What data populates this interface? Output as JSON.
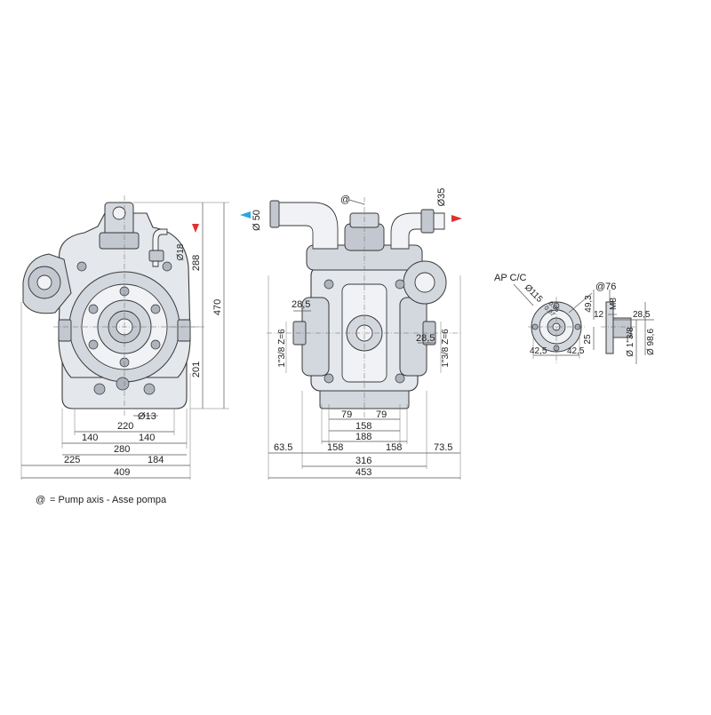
{
  "front_view": {
    "dims": {
      "d18": "Ø18",
      "h288": "288",
      "h470": "470",
      "h201": "201",
      "d13": "Ø13",
      "w220": "220",
      "w140a": "140",
      "w140b": "140",
      "w280": "280",
      "w225": "225",
      "w184": "184",
      "w409": "409"
    }
  },
  "side_view": {
    "axis_marker": "@",
    "dims": {
      "d50": "Ø 50",
      "d35": "Ø35",
      "w28_5a": "28,5",
      "w28_5b": "28,5",
      "shaft_left": "1\"3/8 Z=6",
      "shaft_right": "1\"3/8 Z=6",
      "w79a": "79",
      "w79b": "79",
      "w158": "158",
      "w188": "188",
      "w63_5": "63.5",
      "w158a": "158",
      "w158b": "158",
      "w73_5": "73.5",
      "w316": "316",
      "w453": "453"
    }
  },
  "flange_view": {
    "title": "AP C/C",
    "dims": {
      "d76": "@76",
      "d115": "Ø115",
      "d115_tol_up": "0.05",
      "d115_tol_dn": "0.07",
      "h49_3": "49,3",
      "m8": "M8",
      "h12": "12",
      "h25": "25",
      "w28_5": "28,5",
      "w42_5a": "42,5",
      "w42_5b": "42,5",
      "shaft": "Ø 1\"3/8",
      "d98_6": "Ø 98,6"
    }
  },
  "legend": {
    "symbol": "@",
    "text": "= Pump axis - Asse pompa"
  },
  "colors": {
    "inlet_arrow": "#2aa7e0",
    "outlet_arrow": "#e03030"
  }
}
